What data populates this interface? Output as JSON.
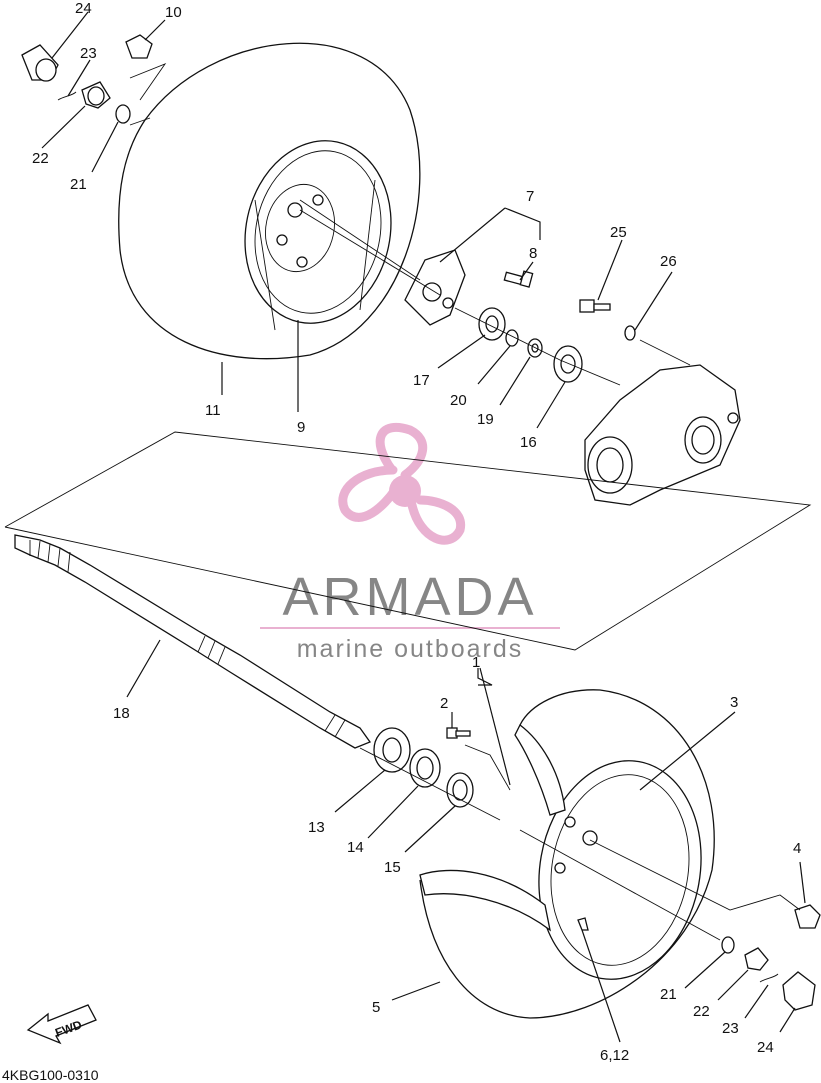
{
  "diagram": {
    "code": "4KBG100-0310",
    "fwd_label": "FWD",
    "watermark": {
      "brand": "ARMADA",
      "tagline": "marine outboards",
      "color": "#e7a9cd",
      "text_color": "#7a7a7a"
    },
    "callouts": [
      "24",
      "10",
      "23",
      "22",
      "21",
      "7",
      "8",
      "25",
      "26",
      "11",
      "9",
      "17",
      "20",
      "19",
      "16",
      "18",
      "1",
      "2",
      "3",
      "13",
      "14",
      "15",
      "4",
      "5",
      "21",
      "22",
      "23",
      "24",
      "6,12"
    ]
  }
}
